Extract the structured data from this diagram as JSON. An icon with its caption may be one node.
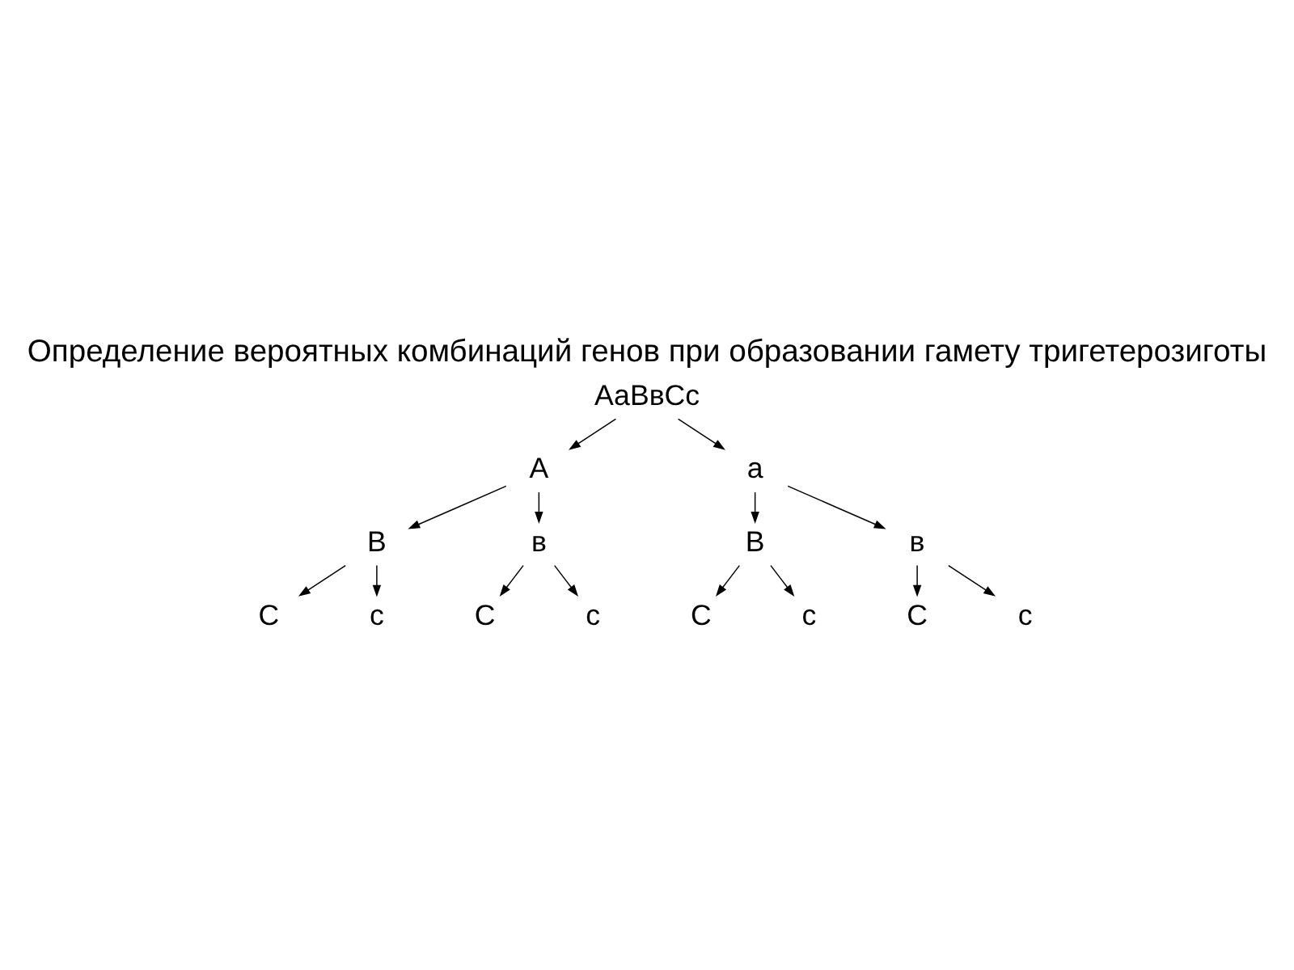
{
  "diagram": {
    "title": "Определение вероятных комбинаций генов при образовании гамету тригетерозиготы",
    "nodes": [
      {
        "text": [
          "АаВвСс"
        ]
      },
      {
        "text": [
          "А"
        ]
      },
      {
        "text": [
          "а"
        ]
      },
      {
        "text": [
          "В"
        ]
      },
      {
        "text": [
          "в"
        ]
      },
      {
        "text": [
          "В"
        ]
      },
      {
        "text": [
          "в"
        ]
      },
      {
        "text": [
          "С"
        ]
      },
      {
        "text": [
          "с"
        ]
      },
      {
        "text": [
          "С"
        ]
      },
      {
        "text": [
          "с"
        ]
      },
      {
        "text": [
          "С"
        ]
      },
      {
        "text": [
          "с"
        ]
      },
      {
        "text": [
          "С"
        ]
      },
      {
        "text": [
          "с"
        ]
      }
    ],
    "edges": [
      {
        "from": 0,
        "to": 1,
        "arrow": "to"
      },
      {
        "from": 0,
        "to": 2,
        "arrow": "to"
      },
      {
        "from": 1,
        "to": 3,
        "arrow": "to"
      },
      {
        "from": 1,
        "to": 4,
        "arrow": "to"
      },
      {
        "from": 2,
        "to": 5,
        "arrow": "to"
      },
      {
        "from": 2,
        "to": 6,
        "arrow": "to"
      },
      {
        "from": 3,
        "to": 7,
        "arrow": "to"
      },
      {
        "from": 3,
        "to": 8,
        "arrow": "to"
      },
      {
        "from": 4,
        "to": 9,
        "arrow": "to"
      },
      {
        "from": 4,
        "to": 10,
        "arrow": "to"
      },
      {
        "from": 5,
        "to": 11,
        "arrow": "to"
      },
      {
        "from": 5,
        "to": 12,
        "arrow": "to"
      },
      {
        "from": 6,
        "to": 13,
        "arrow": "to"
      },
      {
        "from": 6,
        "to": 14,
        "arrow": "to"
      }
    ]
  }
}
